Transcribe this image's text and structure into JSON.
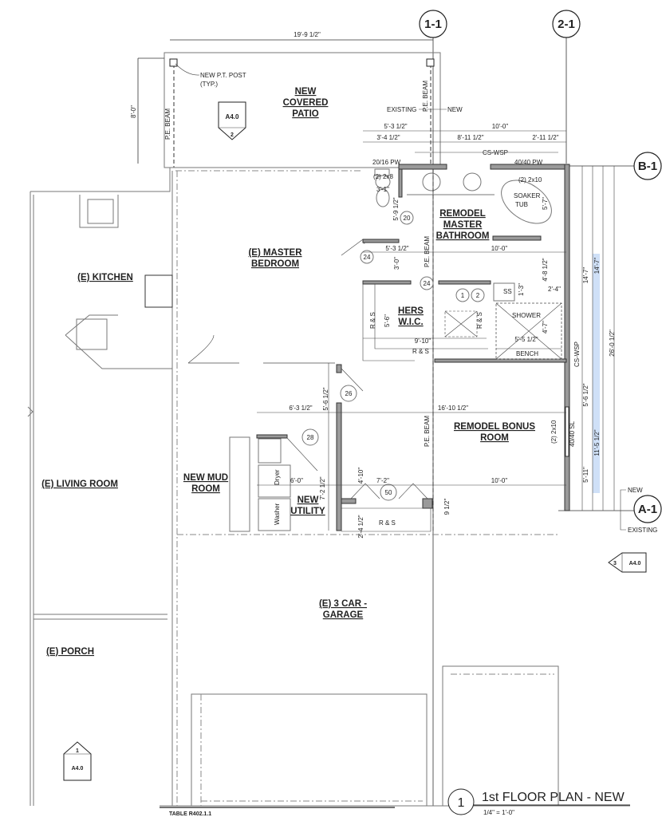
{
  "sheet": {
    "title": "1st FLOOR PLAN - NEW",
    "scale": "1/4\" = 1'-0\"",
    "view_number": "1",
    "table_ref": "TABLE R402.1.1"
  },
  "grid_markers": {
    "g1": "1-1",
    "g2": "2-1",
    "gB": "B-1",
    "gA": "A-1"
  },
  "section_markers": [
    {
      "sheet": "A4.0",
      "num": "2"
    },
    {
      "sheet": "A4.0",
      "num": "3"
    },
    {
      "sheet": "A4.0",
      "num": "1"
    }
  ],
  "rooms": {
    "patio": [
      "NEW",
      "COVERED",
      "PATIO"
    ],
    "bath": [
      "REMODEL",
      "MASTER",
      "BATHROOM"
    ],
    "bedroom": [
      "(E) MASTER",
      "BEDROOM"
    ],
    "kitchen": "(E) KITCHEN",
    "wic": [
      "HERS",
      "W.I.C."
    ],
    "bonus": [
      "REMODEL BONUS",
      "ROOM"
    ],
    "mud": [
      "NEW MUD",
      "ROOM"
    ],
    "utility": [
      "NEW",
      "UTILITY"
    ],
    "living": "(E) LIVING ROOM",
    "garage": [
      "(E) 3 CAR -",
      "GARAGE"
    ],
    "porch": "(E) PORCH"
  },
  "notes": {
    "post": "NEW P.T. POST",
    "post2": "(TYP.)",
    "pe_beam": "P.E. BEAM",
    "existing": "EXISTING",
    "new": "NEW",
    "cs_wsp": "CS-WSP",
    "pw1": "20/16 PW",
    "pw2": "40/40 PW",
    "hdr1": "(2) 2x8",
    "hdr2": "(2) 2x10",
    "soaker": "SOAKER",
    "tub": "TUB",
    "ss": "SS",
    "shower": "SHOWER",
    "bench": "BENCH",
    "rs": "R & S",
    "sl": "40/40 SL",
    "dryer": "Dryer",
    "washer": "Washer"
  },
  "door_tags": [
    "20",
    "24",
    "24",
    "1",
    "2",
    "26",
    "28",
    "50"
  ],
  "dimensions": {
    "patio_w": "19'-9 1/2\"",
    "patio_d": "8'-0\"",
    "d1": "5'-3 1/2\"",
    "d2": "10'-0\"",
    "d3": "3'-4 1/2\"",
    "d4": "8'-11 1/2\"",
    "d5": "2'-11 1/2\"",
    "d6": "3'-1\"",
    "d7": "5'-9 1/2\"",
    "d8": "5'-7\"",
    "d9": "5'-3 1/2\"",
    "d10": "10'-0\"",
    "d11": "3'-0\"",
    "d12": "4'-8 1/2\"",
    "d13": "2'-4\"",
    "d14": "1'-3\"",
    "d15": "5'-6\"",
    "d16": "9'-10\"",
    "d17": "4'-7\"",
    "d18": "5'-5 1/2\"",
    "d19": "14'-7\"",
    "d20": "14'-7\"",
    "d21": "26'-0 1/2\"",
    "d22": "5'-6 1/2\"",
    "d23": "6'-3 1/2\"",
    "d24": "16'-10 1/2\"",
    "d25": "5'-6 1/2\"",
    "d26": "11'-5 1/2\"",
    "d27": "4'-10\"",
    "d28": "6'-0\"",
    "d29": "7'-2\"",
    "d30": "10'-0\"",
    "d31": "7'-2 1/2\"",
    "d32": "2'-4 1/2\"",
    "d33": "9 1/2\"",
    "d34": "5'-11\""
  },
  "colors": {
    "highlight": "#cfe0f7",
    "wall_fill": "#9a9a9a",
    "line": "#333333"
  }
}
